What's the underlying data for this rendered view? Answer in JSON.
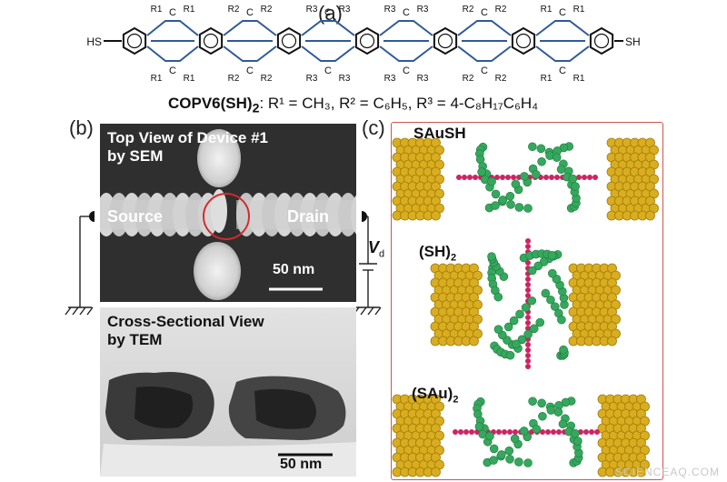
{
  "panels": {
    "a": {
      "label": "(a)",
      "end_group_left": "HS",
      "end_group_right": "SH",
      "substituents": [
        "R1",
        "R1",
        "R2",
        "R2",
        "R3",
        "R3",
        "R3",
        "R3",
        "R2",
        "R2",
        "R1",
        "R1"
      ],
      "formula": {
        "name": "COPV6(SH)",
        "name_sub": "2",
        "definitions": ": R¹ = CH₃, R² = C₆H₅, R³ = 4-C₈H₁₇C₆H₄"
      }
    },
    "b": {
      "label": "(b)",
      "sem": {
        "title_line1": "Top View of Device #1",
        "title_line2": "by SEM",
        "source_label": "Source",
        "drain_label": "Drain",
        "scale": "50 nm"
      },
      "tem": {
        "title_line1": "Cross-Sectional View",
        "title_line2": "by TEM",
        "scale": "50 nm"
      },
      "circuit": {
        "voltage_label": "V",
        "voltage_sub": "d"
      }
    },
    "c": {
      "label": "(c)",
      "models": [
        {
          "label": "SAuSH",
          "label_sub": ""
        },
        {
          "label": "(SH)",
          "label_sub": "2"
        },
        {
          "label": "(SAu)",
          "label_sub": "2"
        }
      ]
    }
  },
  "colors": {
    "gold_atoms": "#d9ad1f",
    "carbon_green": "#35a85e",
    "sulfur_magenta": "#cc2462",
    "frame_red": "#d0554c",
    "bond_blue": "#2f5a9a",
    "highlight_circle": "#d42a2a"
  },
  "watermark": "SCIENCEAQ.COM"
}
